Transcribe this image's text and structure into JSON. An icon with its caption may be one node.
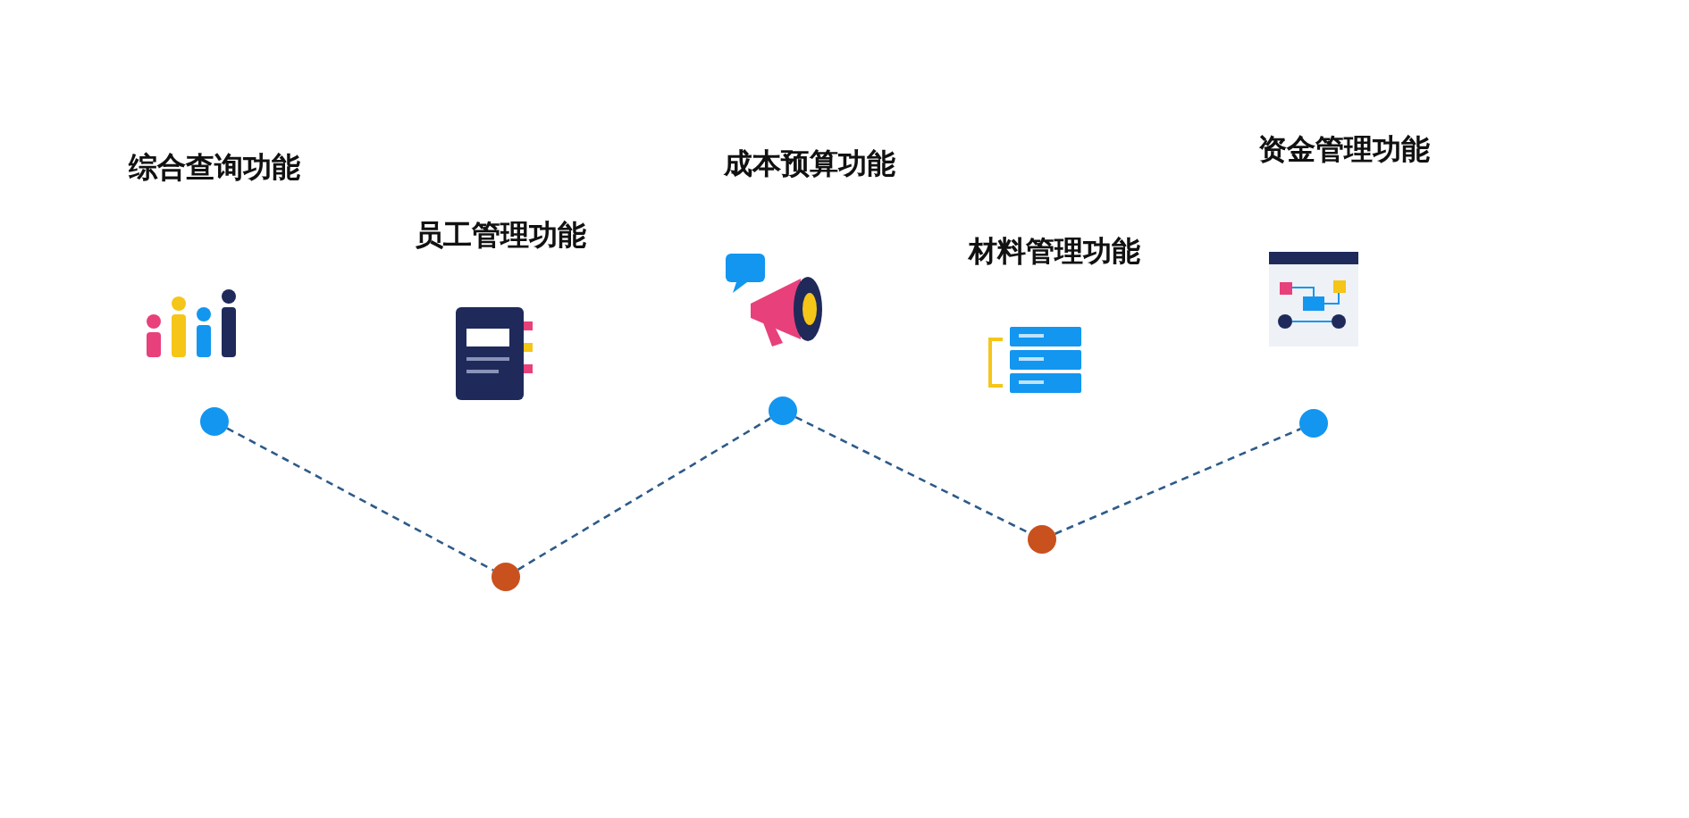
{
  "diagram": {
    "nodes": [
      {
        "text": [],
        "shape": "circle"
      },
      {
        "text": [],
        "shape": "circle"
      },
      {
        "text": [],
        "shape": "circle"
      },
      {
        "text": [],
        "shape": "circle"
      },
      {
        "text": [],
        "shape": "circle"
      }
    ],
    "edges": [
      {
        "from": 0,
        "to": 1,
        "arrow": "none",
        "style": "dashed"
      },
      {
        "from": 1,
        "to": 2,
        "arrow": "none",
        "style": "dashed"
      },
      {
        "from": 2,
        "to": 3,
        "arrow": "none",
        "style": "dashed"
      },
      {
        "from": 3,
        "to": 4,
        "arrow": "none",
        "style": "dashed"
      }
    ],
    "labels": [
      "综合查询功能",
      "员工管理功能",
      "成本预算功能",
      "材料管理功能",
      "资金管理功能"
    ]
  }
}
